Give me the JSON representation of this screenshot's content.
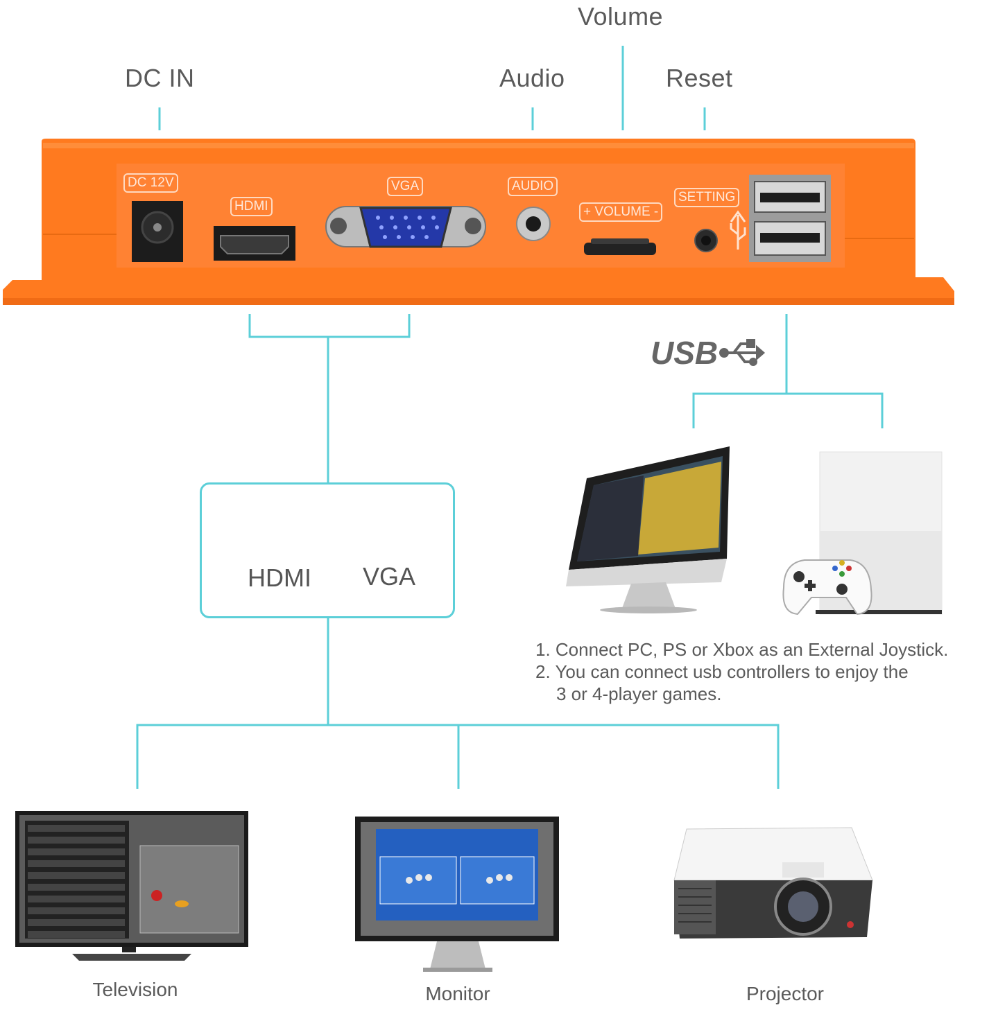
{
  "callouts": {
    "dc_in": "DC IN",
    "audio": "Audio",
    "volume": "Volume",
    "reset": "Reset"
  },
  "ports": {
    "dc": "DC 12V",
    "hdmi": "HDMI",
    "vga": "VGA",
    "audio": "AUDIO",
    "volume": "+ VOLUME -",
    "setting": "SETTING"
  },
  "signal_box": {
    "hdmi": "HDMI",
    "vga": "VGA"
  },
  "usb": {
    "title": "USB"
  },
  "notes": [
    "1. Connect PC, PS or Xbox as an External Joystick.",
    "2. You can connect usb controllers to enjoy the",
    "    3 or 4-player games."
  ],
  "outputs": {
    "television": "Television",
    "monitor": "Monitor",
    "projector": "Projector"
  },
  "colors": {
    "box_orange": "#ff7a1f",
    "connector_line": "#5ccfd8"
  },
  "icons": [
    "usb-icon",
    "hdmi-port-icon",
    "vga-port-icon"
  ]
}
